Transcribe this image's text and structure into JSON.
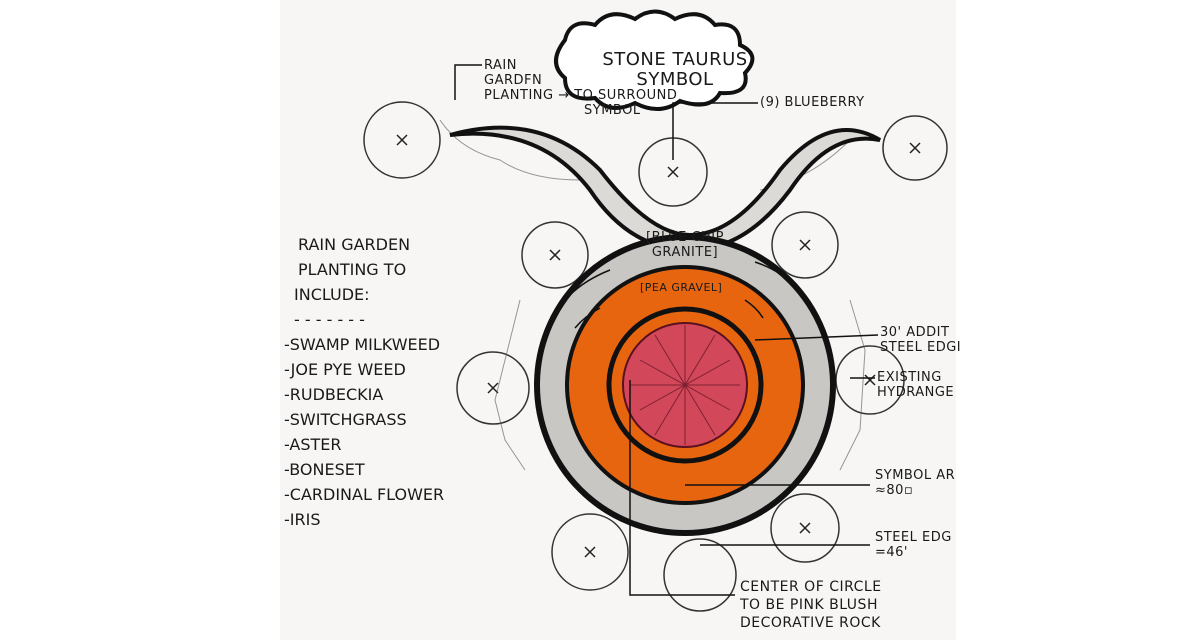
{
  "title": {
    "line1": "Stone Taurus",
    "line2": "Symbol"
  },
  "labels": {
    "rain_garden": [
      "Rain",
      "Gardfn",
      "Planting",
      "→ To Surround",
      "Symbol"
    ],
    "blueberry": "(9) Blueberry",
    "blue_chip": [
      "[Blue Chip",
      "Granite]"
    ],
    "pea_gravel": "[Pea Gravel]",
    "steel_edging_add": [
      "30' Addit",
      "Steel Edgi"
    ],
    "hydrangea": [
      "Existing",
      "Hydrange"
    ],
    "symbol_area": [
      "Symbol Ar",
      "≈80▫"
    ],
    "steel_edging": [
      "Steel Edg",
      "=46'"
    ],
    "center": [
      "Center of Circle",
      "To Be Pink Blush",
      "Decorative Rock"
    ]
  },
  "planting_list": {
    "heading": [
      "Rain Garden",
      "Planting To",
      "Include:"
    ],
    "divider": "- - - - - - -",
    "items": [
      "-Swamp Milkweed",
      "-Joe Pye Weed",
      "-Rudbeckia",
      "-Switchgrass",
      "-Aster",
      "-Boneset",
      "-Cardinal Flower",
      "-Iris"
    ]
  },
  "colors": {
    "orange": "#e8650f",
    "pink": "#d2485a",
    "gray": "#c9c7c4",
    "ink": "#111111"
  }
}
